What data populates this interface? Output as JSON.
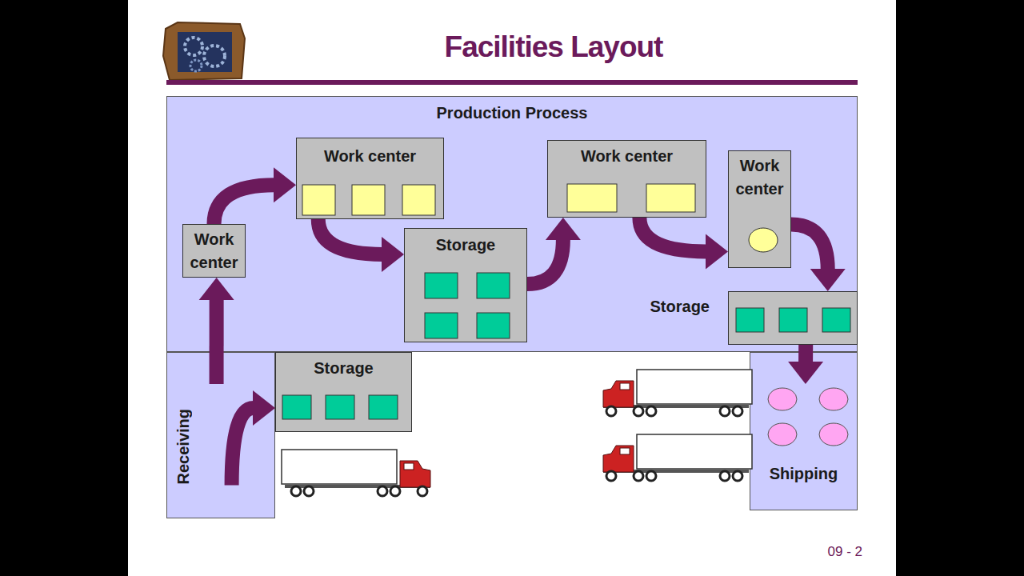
{
  "diagram": {
    "title": "Facilities Layout",
    "nodes": [
      {
        "text": [
          "Production Process"
        ]
      },
      {
        "text": [
          "Work center"
        ],
        "in": 0
      },
      {
        "text": [
          "Work center"
        ],
        "in": 0
      },
      {
        "text": [
          "Work center"
        ],
        "in": 0
      },
      {
        "text": [
          "Work center"
        ],
        "in": 0
      },
      {
        "text": [
          "Storage"
        ],
        "in": 0
      },
      {
        "text": [
          "Storage"
        ],
        "in": 0
      },
      {
        "text": [
          "Storage"
        ]
      },
      {
        "text": [
          "Receiving"
        ]
      },
      {
        "text": [
          "Shipping"
        ]
      }
    ],
    "edges": [
      {
        "from": 8,
        "to": 7,
        "arrow": "to"
      },
      {
        "from": 8,
        "to": 4,
        "arrow": "to"
      },
      {
        "from": 4,
        "to": 1,
        "arrow": "to"
      },
      {
        "from": 1,
        "to": 5,
        "arrow": "to"
      },
      {
        "from": 5,
        "to": 2,
        "arrow": "to"
      },
      {
        "from": 2,
        "to": 3,
        "arrow": "to"
      },
      {
        "from": 3,
        "to": 6,
        "arrow": "to"
      },
      {
        "from": 6,
        "to": 9,
        "arrow": "to"
      }
    ],
    "labels": [
      "09 - 2"
    ]
  }
}
